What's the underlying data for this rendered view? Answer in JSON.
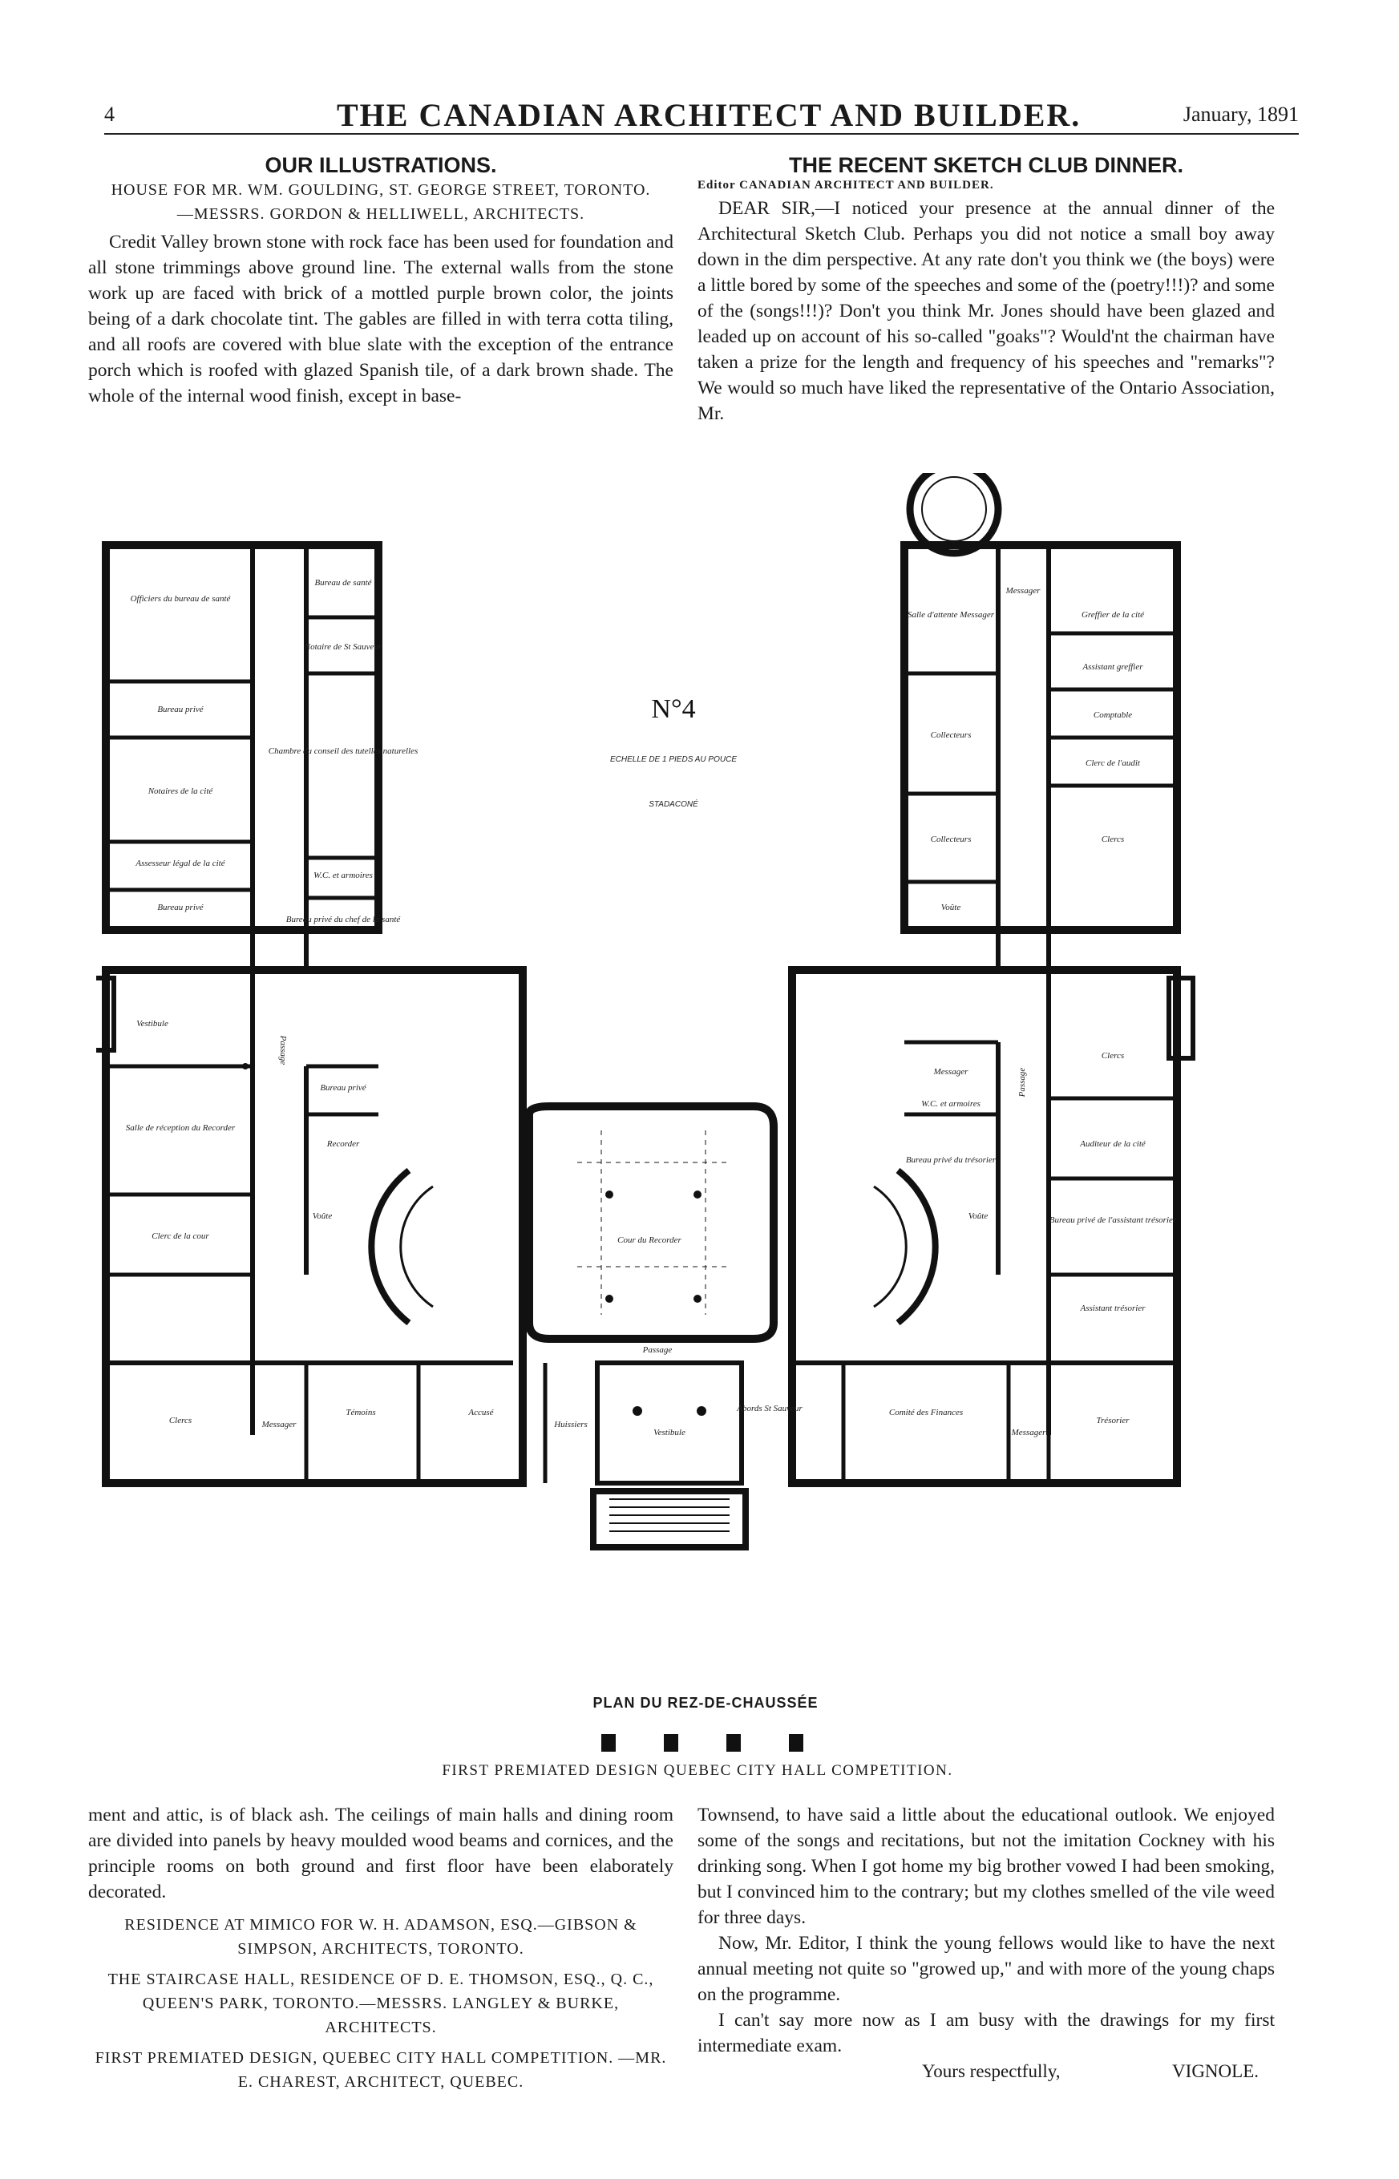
{
  "header": {
    "page_number": "4",
    "journal_title": "THE CANADIAN ARCHITECT AND BUILDER.",
    "date": "January, 1891"
  },
  "left_top": {
    "heading": "OUR ILLUSTRATIONS.",
    "subhead_line1": "HOUSE FOR MR. WM. GOULDING, ST. GEORGE STREET, TORONTO.",
    "subhead_line2": "—MESSRS. GORDON & HELLIWELL, ARCHITECTS.",
    "paragraph": "Credit Valley brown stone with rock face has been used for foundation and all stone trimmings above ground line. The external walls from the stone work up are faced with brick of a mottled purple brown color, the joints being of a dark chocolate tint. The gables are filled in with terra cotta tiling, and all roofs are covered with blue slate with the exception of the entrance porch which is roofed with glazed Spanish tile, of a dark brown shade. The whole of the internal wood finish, except in base-"
  },
  "right_top": {
    "heading": "THE RECENT SKETCH CLUB DINNER.",
    "salutation_to": "Editor CANADIAN ARCHITECT AND BUILDER.",
    "paragraph": "DEAR SIR,—I noticed your presence at the annual dinner of the Architectural Sketch Club. Perhaps you did not notice a small boy away down in the dim perspective. At any rate don't you think we (the boys) were a little bored by some of the speeches and some of the (poetry!!!)? and some of the (songs!!!)? Don't you think Mr. Jones should have been glazed and leaded up on account of his so-called \"goaks\"? Would'nt the chairman have taken a prize for the length and frequency of his speeches and \"remarks\"? We would so much have liked the representative of the Ontario Association, Mr."
  },
  "plan": {
    "number": "N°4",
    "scale": "ECHELLE DE 1 PIEDS AU POUCE",
    "motto": "STADACONÉ",
    "caption": "PLAN DU REZ-DE-CHAUSSÉE",
    "design_caption": "FIRST PREMIATED DESIGN QUEBEC CITY HALL COMPETITION.",
    "rooms": {
      "r1": "Officiers du bureau de santé",
      "r2": "Bureau privé",
      "r3": "Notaires de la cité",
      "r4": "Assesseur légal de la cité",
      "r5": "Bureau privé",
      "r6": "Bureau de santé",
      "r7": "Notaire de St Sauveur",
      "r8": "Chambre du conseil des tutelles naturelles",
      "r9": "W.C. et armoires",
      "r10": "Bureau privé du chef de la santé",
      "r11": "Vestibule",
      "r12": "Passage",
      "r13": "Bureau privé",
      "r14": "Recorder",
      "r15": "Salle de réception du Recorder",
      "r16": "Voûte",
      "r17": "Clerc de la cour",
      "r18": "Clercs",
      "r19": "Messager",
      "r20": "Témoins",
      "r21": "Accusé",
      "r22": "Huissiers",
      "r23": "Cour du Recorder",
      "r24": "Passage",
      "r25": "Vestibule",
      "r26": "Abords St Sauveur",
      "r27": "Comité des Finances",
      "r28": "Salle d'attente Messager",
      "r29": "Messager",
      "r30": "Greffier de la cité",
      "r31": "Assistant greffier",
      "r32": "Comptable",
      "r33": "Collecteurs",
      "r34": "Collecteurs",
      "r35": "Clerc de l'audit",
      "r36": "Voûte",
      "r37": "Clercs",
      "r38": "Clercs",
      "r39": "Messager",
      "r40": "W.C. et armoires",
      "r41": "Bureau privé du trésorier",
      "r42": "Passage",
      "r43": "Auditeur de la cité",
      "r44": "Bureau privé de l'assistant trésorier",
      "r45": "Assistant trésorier",
      "r46": "Voûte",
      "r47": "Messager",
      "r48": "Trésorier"
    }
  },
  "left_bottom": {
    "paragraph": "ment and attic, is of black ash. The ceilings of main halls and dining room are divided into panels by heavy moulded wood beams and cornices, and the principle rooms on both ground and first floor have been elaborately decorated.",
    "items": [
      "RESIDENCE AT MIMICO FOR W. H. ADAMSON, ESQ.—GIBSON & SIMPSON, ARCHITECTS, TORONTO.",
      "THE STAIRCASE HALL, RESIDENCE OF D. E. THOMSON, ESQ., Q. C., QUEEN'S PARK, TORONTO.—MESSRS. LANGLEY & BURKE, ARCHITECTS.",
      "FIRST PREMIATED DESIGN, QUEBEC CITY HALL COMPETITION. —MR. E. CHAREST, ARCHITECT, QUEBEC."
    ]
  },
  "right_bottom": {
    "paragraph1": "Townsend, to have said a little about the educational outlook. We enjoyed some of the songs and recitations, but not the imitation Cockney with his drinking song. When I got home my big brother vowed I had been smoking, but I convinced him to the contrary; but my clothes smelled of the vile weed for three days.",
    "paragraph2": "Now, Mr. Editor, I think the young fellows would like to have the next annual meeting not quite so \"growed up,\" and with more of the young chaps on the programme.",
    "paragraph3": "I can't say more now as I am busy with the drawings for my first intermediate exam.",
    "closing": "Yours respectfully,",
    "signature": "VIGNOLE."
  }
}
